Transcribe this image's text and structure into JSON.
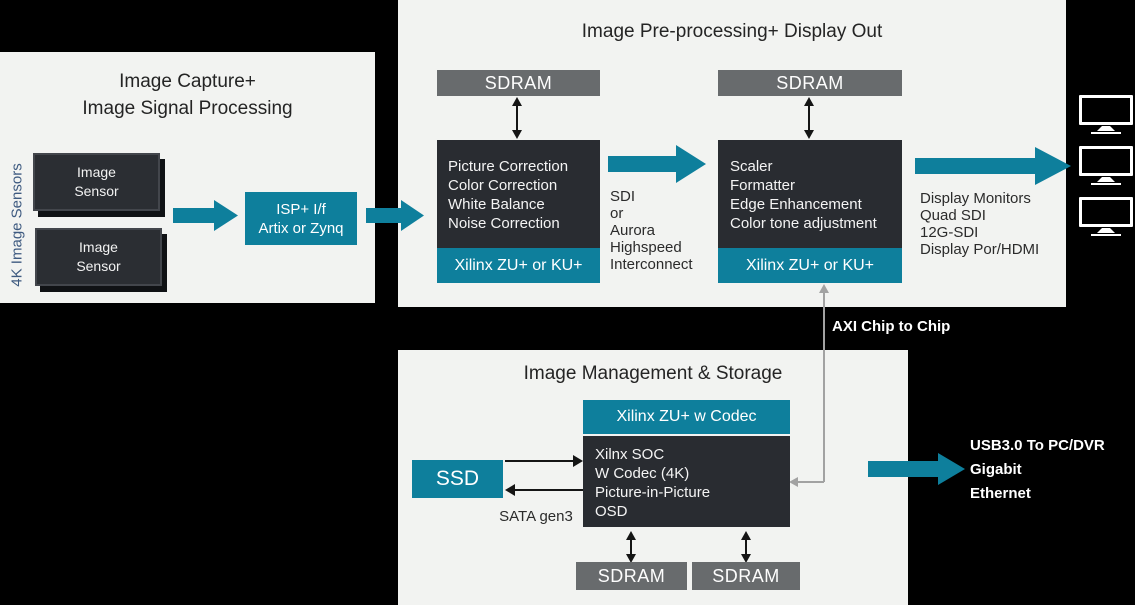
{
  "colors": {
    "teal": "#0e7f9c",
    "panel_bg": "#f2f3f1",
    "dark_box": "#292c31",
    "gray_box": "#686b6d",
    "side_label_blue": "#3e5a80",
    "background": "#000000"
  },
  "capture": {
    "title_lines": [
      "Image Capture+",
      "Image Signal Processing"
    ],
    "side_label": "4K Image Sensors",
    "sensor1_lines": [
      "Image",
      "Sensor"
    ],
    "sensor2_lines": [
      "Image",
      "Sensor"
    ],
    "isp_lines": [
      "ISP+ I/f",
      "Artix or Zynq"
    ]
  },
  "preprocess": {
    "title": "Image Pre-processing+ Display Out",
    "sdram_left": "SDRAM",
    "sdram_right": "SDRAM",
    "box1_lines": [
      "Picture Correction",
      "Color Correction",
      "White Balance",
      "Noise Correction"
    ],
    "box1_chip": "Xilinx ZU+ or KU+",
    "box2_lines": [
      "Scaler",
      "Formatter",
      "Edge Enhancement",
      "Color tone adjustment"
    ],
    "box2_chip": "Xilinx ZU+ or KU+",
    "interconnect_lines": [
      "SDI",
      "or",
      "Aurora",
      "Highspeed",
      "Interconnect"
    ],
    "display_lines": [
      "Display Monitors",
      "Quad SDI",
      "12G-SDI",
      "Display Por/HDMI"
    ]
  },
  "storage": {
    "title": "Image Management & Storage",
    "chip_header": "Xilinx ZU+ w Codec",
    "soc_lines": [
      "Xilnx SOC",
      "W Codec (4K)",
      "Picture-in-Picture",
      "OSD"
    ],
    "ssd_label": "SSD",
    "sata_label": "SATA gen3",
    "sdram_left": "SDRAM",
    "sdram_right": "SDRAM"
  },
  "annotations": {
    "axi_label": "AXI Chip to Chip",
    "usb_lines": [
      "USB3.0 To PC/DVR",
      "Gigabit",
      "Ethernet"
    ]
  }
}
